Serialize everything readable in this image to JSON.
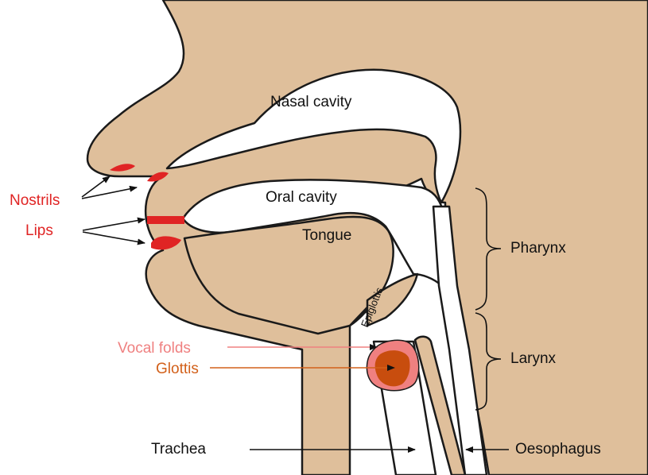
{
  "labels": {
    "nasal_cavity": "Nasal cavity",
    "oral_cavity": "Oral cavity",
    "tongue": "Tongue",
    "epiglottis": "Epiglottis",
    "nostrils": "Nostrils",
    "lips": "Lips",
    "vocal_folds": "Vocal folds",
    "glottis": "Glottis",
    "pharynx": "Pharynx",
    "larynx": "Larynx",
    "trachea": "Trachea",
    "oesophagus": "Oesophagus"
  },
  "colors": {
    "tissue": "#dfbf9b",
    "nostril_lip_red": "#e02424",
    "vocal_folds_pink": "#ef8080",
    "glottis_brown": "#c84d0e",
    "outline": "#1a1a1a"
  }
}
